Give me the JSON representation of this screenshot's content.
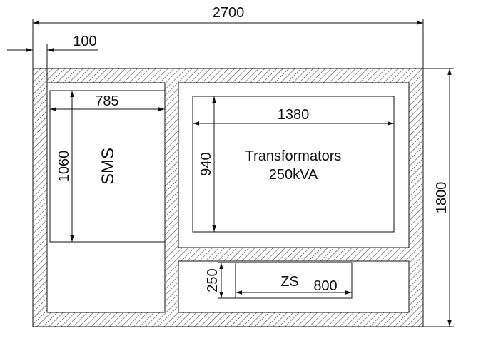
{
  "dimensions": {
    "total_width": "2700",
    "wall_thickness": "100",
    "total_height": "1800",
    "sms_width": "785",
    "sms_height": "1060",
    "transformer_width": "1380",
    "transformer_height": "940",
    "zs_height": "250",
    "zs_width": "800"
  },
  "labels": {
    "sms": "SMS",
    "transformer_line1": "Transformators",
    "transformer_line2": "250kVA",
    "zs": "ZS"
  }
}
